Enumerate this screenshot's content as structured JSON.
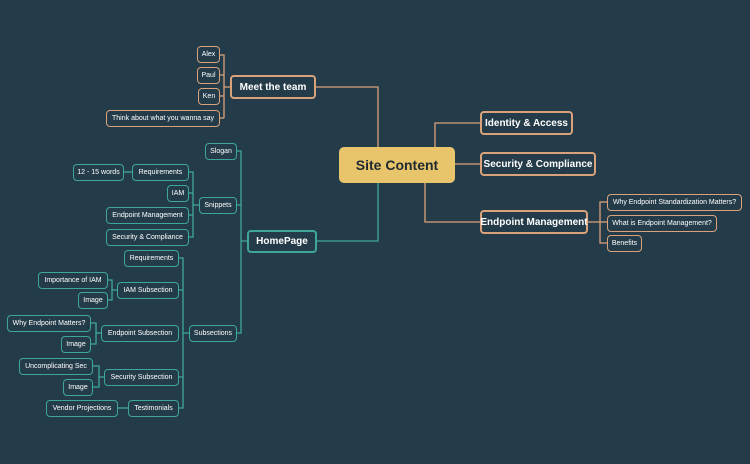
{
  "colors": {
    "background": "#243c4a",
    "root_fill": "#e8c46a",
    "orange_branch": "#d9a27a",
    "teal_branch": "#3fa79a"
  },
  "root": {
    "label": "Site Content"
  },
  "meet_team": {
    "label": "Meet the team",
    "children": [
      "Alex",
      "Paul",
      "Ken",
      "Think about what you wanna say"
    ]
  },
  "identity_access": {
    "label": "Identity & Access"
  },
  "security_compliance": {
    "label": "Security & Compliance"
  },
  "endpoint_management": {
    "label": "Endpoint Management",
    "children": [
      "Why Endpoint Standardization Matters?",
      "What is Endpoint Management?",
      "Benefits"
    ]
  },
  "homepage": {
    "label": "HomePage",
    "slogan": "Slogan",
    "snippets": {
      "label": "Snippets",
      "requirements": "Requirements",
      "word_count": "12 - 15 words",
      "iam": "IAM",
      "endpoint_management": "Endpoint Management",
      "security_compliance": "Security & Compliance"
    },
    "subsections": {
      "label": "Subsections",
      "requirements": "Requirements",
      "iam_subsection": {
        "label": "IAM Subsection",
        "items": [
          "Importance of IAM",
          "Image"
        ]
      },
      "endpoint_subsection": {
        "label": "Endpoint Subsection",
        "items": [
          "Why Endpoint Matters?",
          "Image"
        ]
      },
      "security_subsection": {
        "label": "Security Subsection",
        "items": [
          "Uncomplicating Sec",
          "Image"
        ]
      },
      "testimonials": {
        "label": "Testimonials",
        "items": [
          "Vendor Projections"
        ]
      }
    }
  }
}
